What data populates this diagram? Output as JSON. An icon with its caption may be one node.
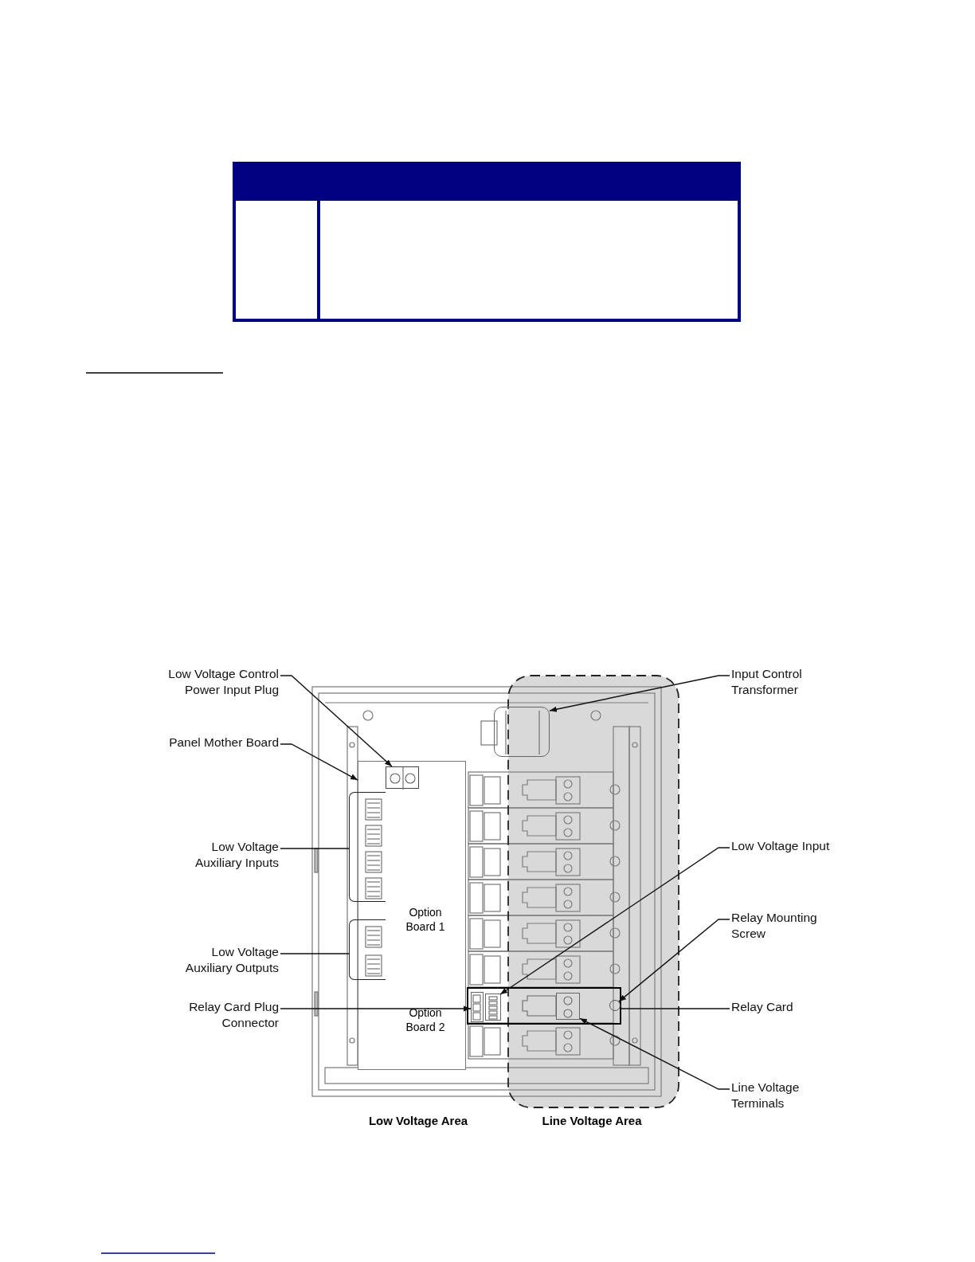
{
  "diagram": {
    "nodes": [
      {
        "text": [
          "Low Voltage Control Power Input Plug"
        ]
      },
      {
        "text": [
          "Panel Mother Board"
        ]
      },
      {
        "text": [
          "Low Voltage Auxiliary Inputs"
        ]
      },
      {
        "text": [
          "Low Voltage Auxiliary Outputs"
        ]
      },
      {
        "text": [
          "Relay Card Plug Connector"
        ]
      },
      {
        "text": [
          "Input Control Transformer"
        ]
      },
      {
        "text": [
          "Low Voltage Input"
        ]
      },
      {
        "text": [
          "Relay Mounting Screw"
        ]
      },
      {
        "text": [
          "Relay Card"
        ]
      },
      {
        "text": [
          "Line Voltage Terminals"
        ]
      },
      {
        "text": [],
        "shape": "box"
      },
      {
        "text": [],
        "shape": "box",
        "in": 10
      },
      {
        "text": [],
        "shape": "box"
      },
      {
        "text": [],
        "shape": "box"
      },
      {
        "text": [],
        "shape": "box"
      },
      {
        "text": [],
        "shape": "box"
      },
      {
        "text": [],
        "shape": "box",
        "in": 15
      },
      {
        "text": [],
        "shape": "box",
        "in": 15
      },
      {
        "text": [],
        "shape": "circle",
        "in": 15
      },
      {
        "text": [],
        "shape": "box",
        "in": 15
      }
    ],
    "edges": [
      {
        "from": 0,
        "to": 11,
        "arrow": "to"
      },
      {
        "from": 1,
        "to": 10,
        "arrow": "to"
      },
      {
        "from": 2,
        "to": 12,
        "arrow": "none"
      },
      {
        "from": 3,
        "to": 13,
        "arrow": "none"
      },
      {
        "from": 4,
        "to": 16,
        "arrow": "to"
      },
      {
        "from": 5,
        "to": 14,
        "arrow": "to"
      },
      {
        "from": 6,
        "to": 17,
        "arrow": "to"
      },
      {
        "from": 7,
        "to": 18,
        "arrow": "to"
      },
      {
        "from": 8,
        "to": 15,
        "arrow": "none"
      },
      {
        "from": 9,
        "to": 19,
        "arrow": "to"
      }
    ],
    "labels": [
      "Option Board 1",
      "Option Board 2",
      "Low Voltage Area",
      "Line Voltage Area"
    ]
  }
}
